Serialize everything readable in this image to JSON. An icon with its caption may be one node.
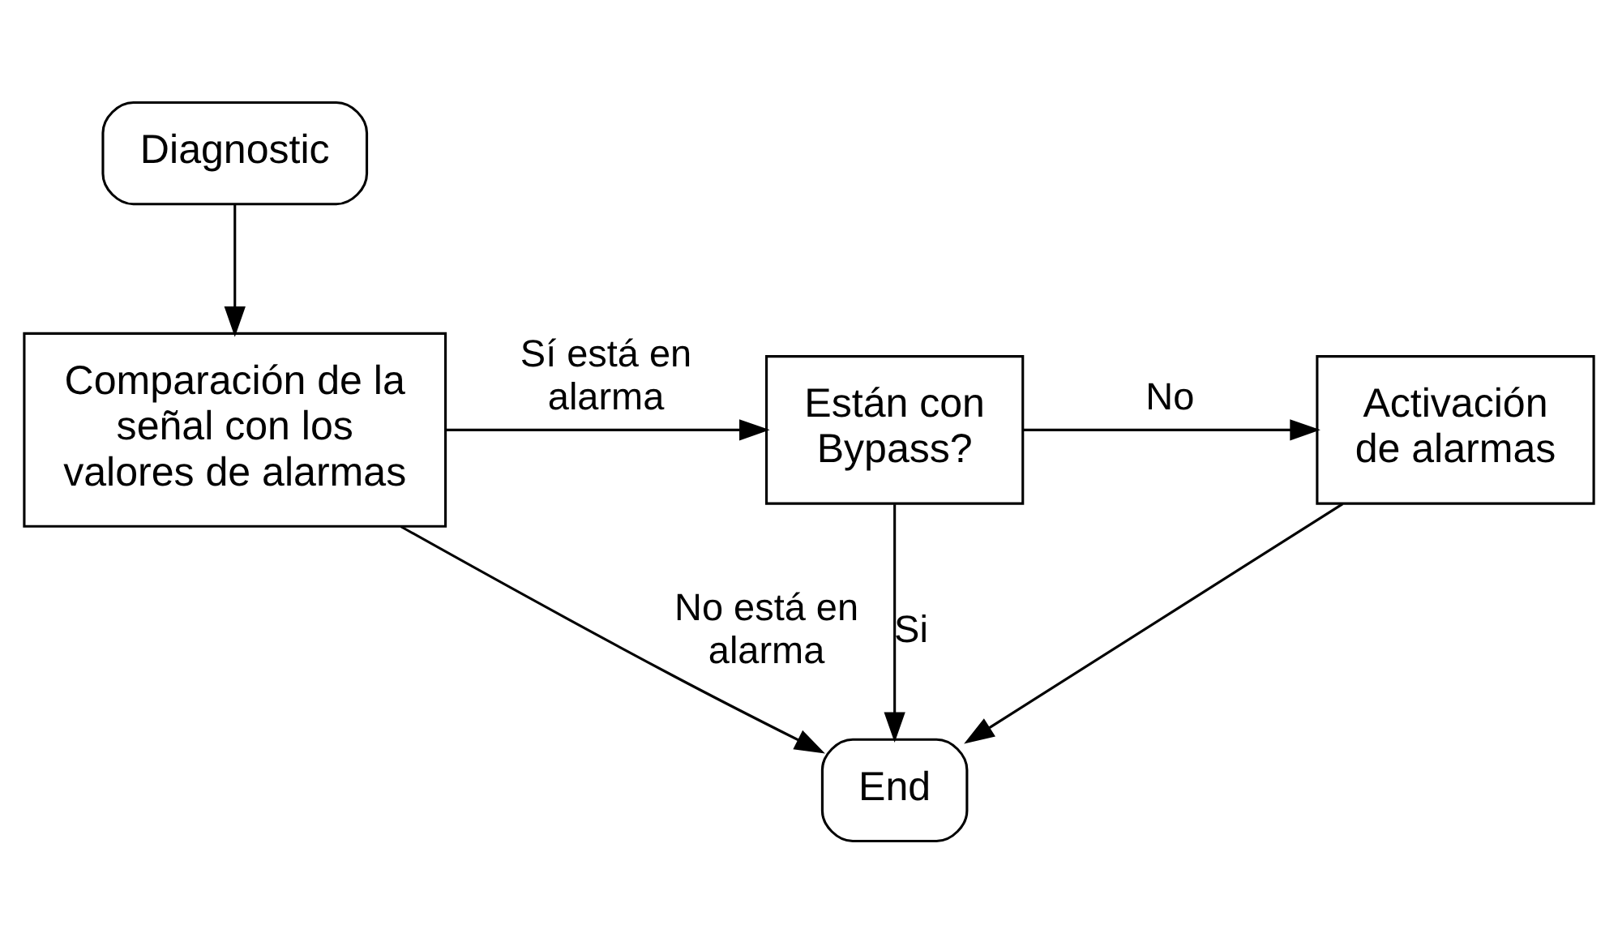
{
  "diagram": {
    "nodes": [
      {
        "text": [
          "Diagnostic"
        ]
      },
      {
        "text": [
          "Comparación de la señal con los valores de alarmas"
        ]
      },
      {
        "text": [
          "Están con Bypass?"
        ]
      },
      {
        "text": [
          "Activación de alarmas"
        ]
      },
      {
        "text": [
          "End"
        ]
      }
    ],
    "edges": [
      {
        "from": 0,
        "to": 1,
        "arrow": "to"
      },
      {
        "from": 1,
        "to": 2,
        "arrow": "to",
        "label": "Sí está en alarma"
      },
      {
        "from": 2,
        "to": 3,
        "arrow": "to",
        "label": "No"
      },
      {
        "from": 1,
        "to": 4,
        "arrow": "to",
        "label": "No está en alarma"
      },
      {
        "from": 2,
        "to": 4,
        "arrow": "to",
        "label": "Si"
      },
      {
        "from": 3,
        "to": 4,
        "arrow": "to"
      }
    ]
  }
}
